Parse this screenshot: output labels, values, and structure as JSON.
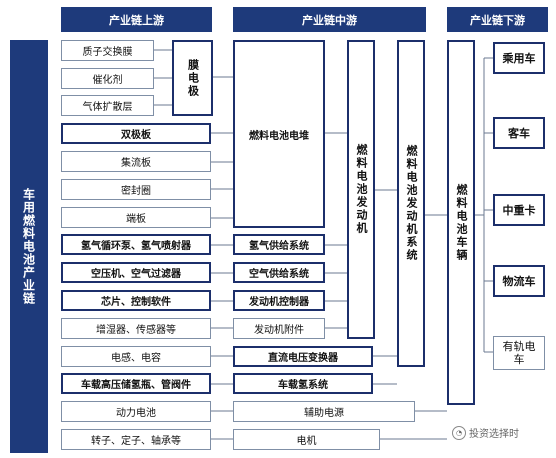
{
  "headers": {
    "upstream": "产业链上游",
    "midstream": "产业链中游",
    "downstream": "产业链下游"
  },
  "side_label": "车用燃料电池产业链",
  "upstream": {
    "proton_exchange_membrane": "质子交换膜",
    "catalyst": "催化剂",
    "gas_diffusion_layer": "气体扩散层",
    "membrane_electrode": "膜电极",
    "bipolar_plate": "双极板",
    "current_collector": "集流板",
    "sealing_ring": "密封圈",
    "end_plate": "端板",
    "hydrogen_pump": "氢气循环泵、氢气喷射器",
    "air_compressor": "空压机、空气过滤器",
    "chip_software": "芯片、控制软件",
    "humidifier_sensor": "增湿器、传感器等",
    "inductor_capacitor": "电感、电容",
    "hydrogen_tank": "车载高压储氢瓶、管阀件",
    "power_battery": "动力电池",
    "rotor_stator": "转子、定子、轴承等"
  },
  "midstream": {
    "fuel_cell_stack": "燃料电池电堆",
    "hydrogen_supply": "氢气供给系统",
    "air_supply": "空气供给系统",
    "engine_controller": "发动机控制器",
    "engine_accessories": "发动机附件",
    "dc_converter": "直流电压变换器",
    "onboard_hydrogen_system": "车载氢系统",
    "auxiliary_power": "辅助电源",
    "motor": "电机",
    "fuel_cell_engine": "燃料电池发动机",
    "fuel_cell_engine_system": "燃料电池发动机系统"
  },
  "downstream": {
    "fuel_cell_vehicle": "燃料电池车辆",
    "passenger_car": "乘用车",
    "bus": "客车",
    "medium_heavy_truck": "中重卡",
    "logistics_vehicle": "物流车",
    "rail_vehicle": "有轨电车"
  },
  "watermark": "投资选择时"
}
